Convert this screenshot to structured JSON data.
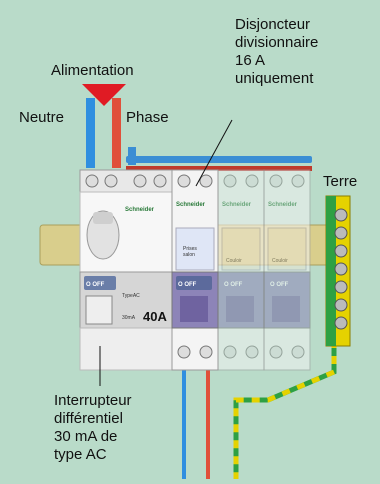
{
  "labels": {
    "alimentation": "Alimentation",
    "neutre": "Neutre",
    "phase": "Phase",
    "disjoncteur": "Disjoncteur\ndivisionnaire\n16 A\nuniquement",
    "terre": "Terre",
    "interrupteur": "Interrupteur\ndifférentiel\n30 mA de\ntype AC"
  },
  "device_text": {
    "brand": "Schneider",
    "rating": "40A",
    "type": "TypeAC",
    "sensitivity": "30mA",
    "off": "O OFF",
    "slot_prises": "Prises\nsalon",
    "slot_a": "Couloir",
    "slot_b": "Couloir"
  },
  "colors": {
    "background": "#b9dbc9",
    "neutral_wire": "#2f8fe0",
    "phase_wire": "#e0503a",
    "arrow": "#e01b24",
    "earth_yellow": "#e5d200",
    "earth_green": "#2ea043"
  }
}
